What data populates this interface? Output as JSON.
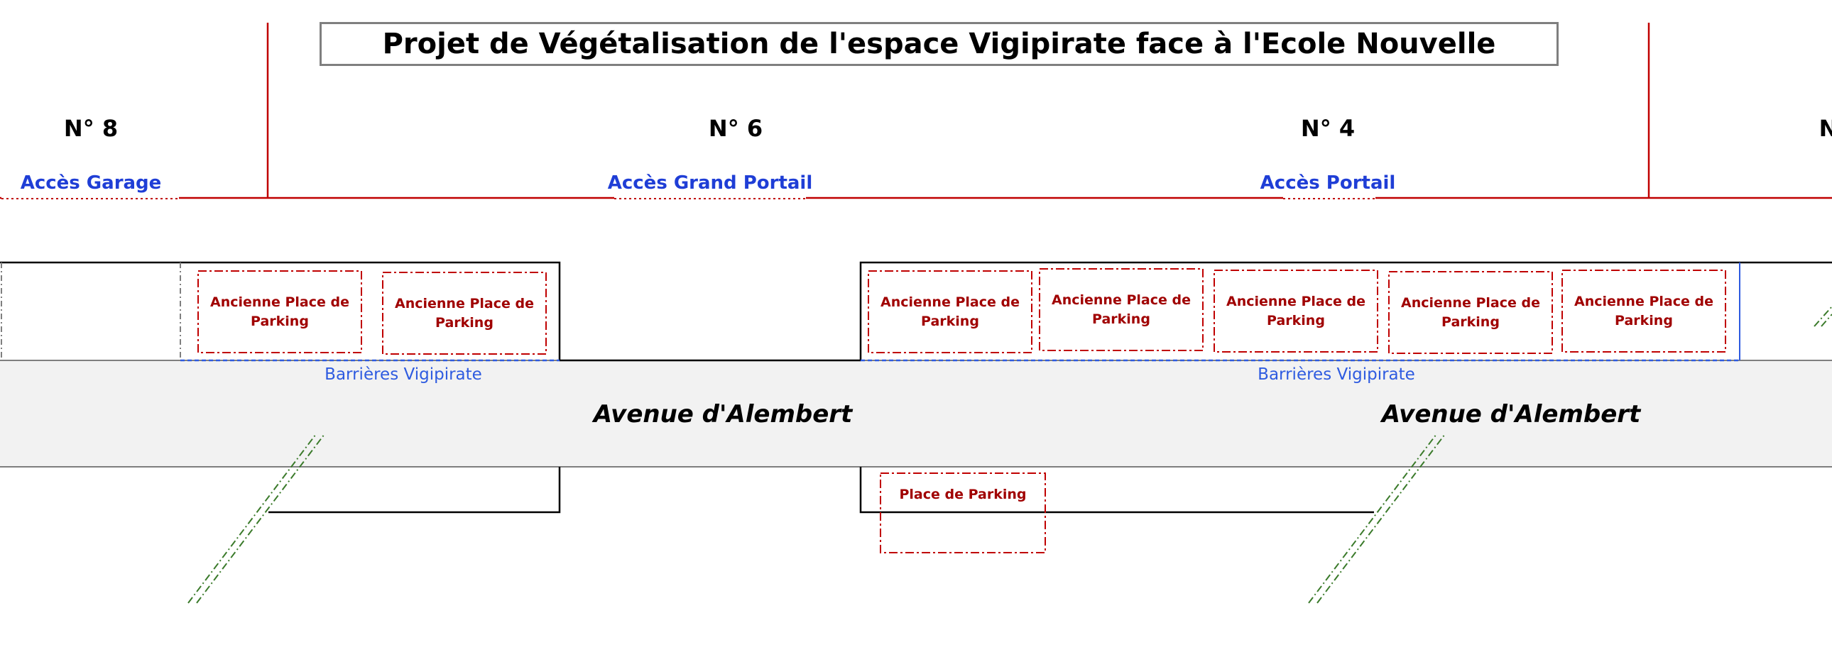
{
  "title": "Projet de Végétalisation de l'espace Vigipirate face à l'Ecole Nouvelle",
  "house_numbers": [
    "N° 8",
    "N° 6",
    "N° 4",
    "N"
  ],
  "accesses": [
    "Accès Garage",
    "Accès Grand Portail",
    "Accès Portail"
  ],
  "old_parking_label": "Ancienne Place de Parking",
  "parking_label": "Place de Parking",
  "barrier_label": "Barrières Vigipirate",
  "street_name": "Avenue d'Alembert",
  "colors": {
    "boundary_red": "#c00000",
    "access_blue": "#1f3ed6",
    "barrier_blue": "#2e5be0",
    "parking_red": "#c00000",
    "parking_text": "#a00000",
    "road_fill": "#f2f2f2",
    "plant_green": "#3a7a2a",
    "title_border": "#7f7f7f"
  }
}
